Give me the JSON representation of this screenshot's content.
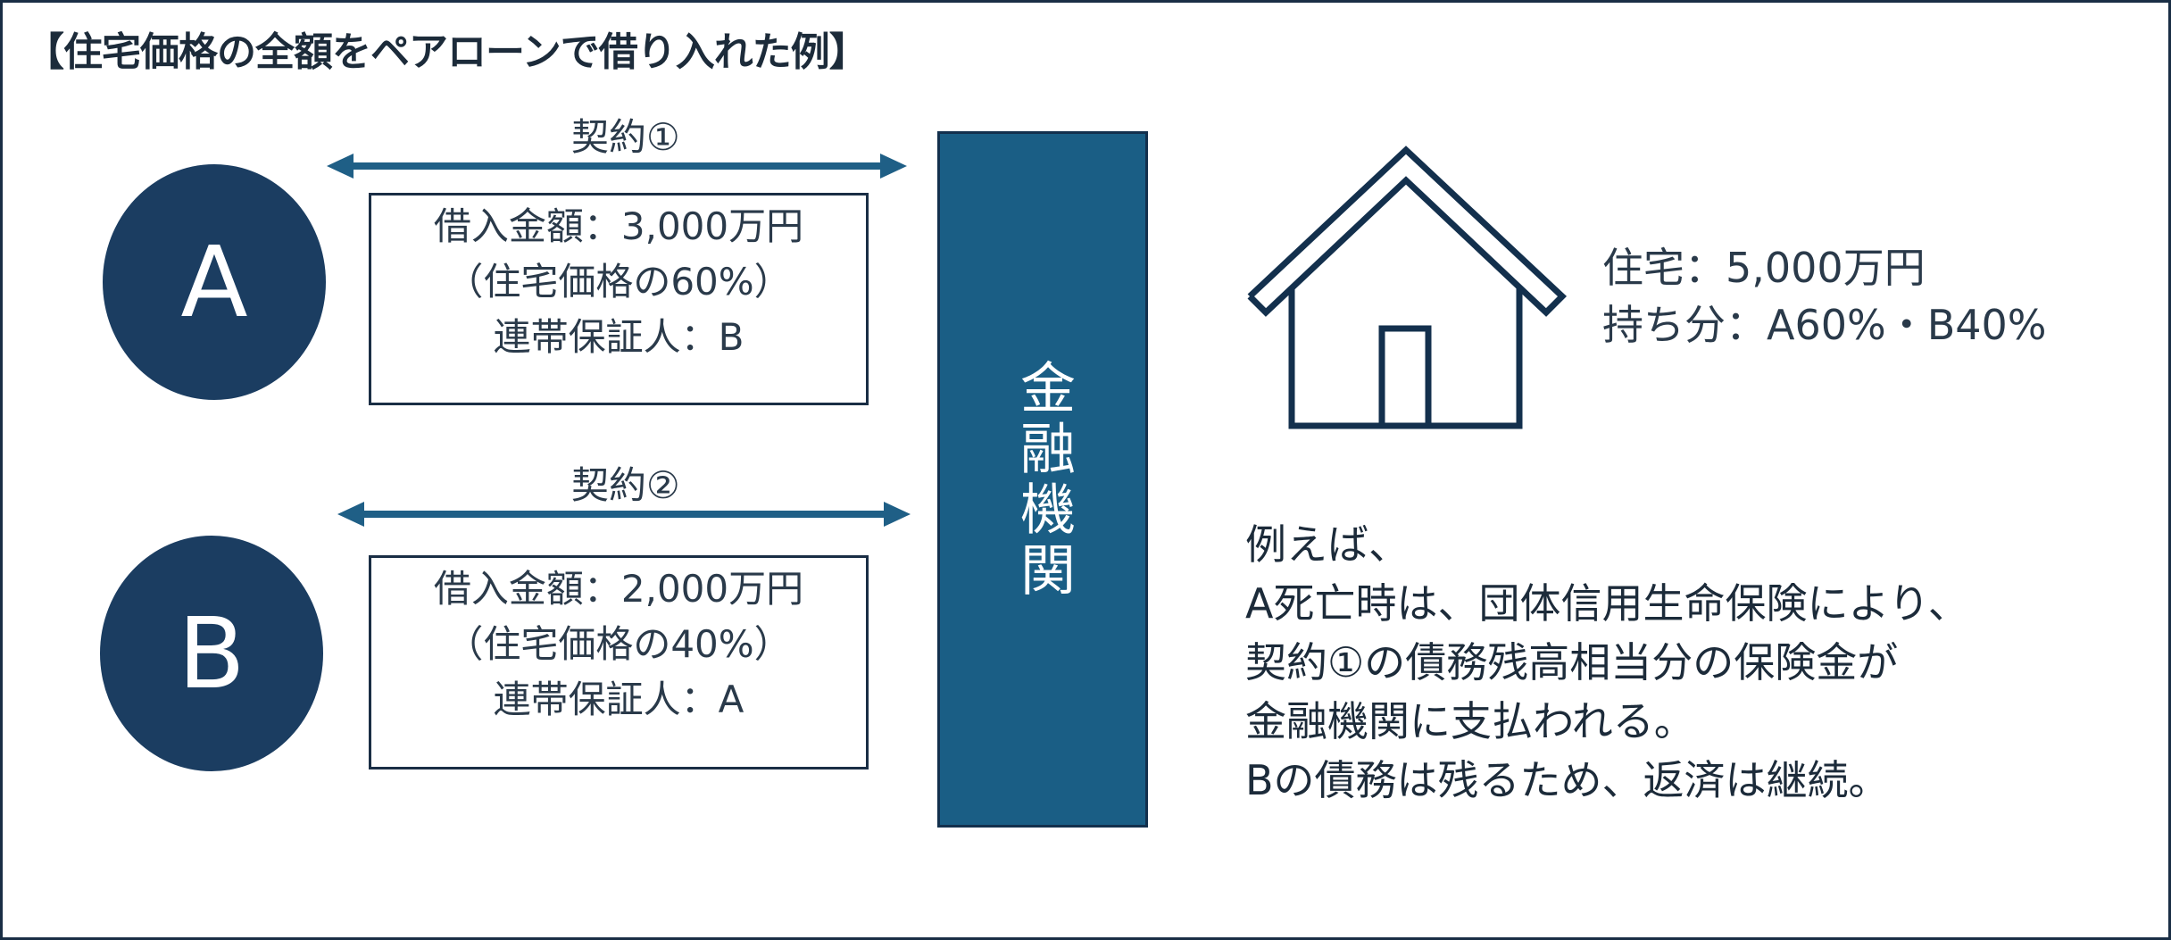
{
  "title": "【住宅価格の全額をペアローンで借り入れた例】",
  "borrowers": [
    {
      "letter": "A",
      "contract": "契約①",
      "lines": [
        "借入金額：3,000万円",
        "（住宅価格の60%）",
        "連帯保証人：B"
      ]
    },
    {
      "letter": "B",
      "contract": "契約②",
      "lines": [
        "借入金額：2,000万円",
        "（住宅価格の40%）",
        "連帯保証人：A"
      ]
    }
  ],
  "bank": {
    "label": "金融機関"
  },
  "house": {
    "icon": "house-icon",
    "lines": [
      "住宅：5,000万円",
      "持ち分：A60%・B40%"
    ]
  },
  "explanation": [
    "例えば、",
    "A死亡時は、団体信用生命保険により、",
    "契約①の債務残高相当分の保険金が",
    "金融機関に支払われる。",
    "Bの債務は残るため、返済は継続。"
  ],
  "colors": {
    "navy_circle": "#1b3d61",
    "bank_fill": "#1a5e85",
    "arrow": "#1f5f86",
    "border": "#1a2e45"
  }
}
